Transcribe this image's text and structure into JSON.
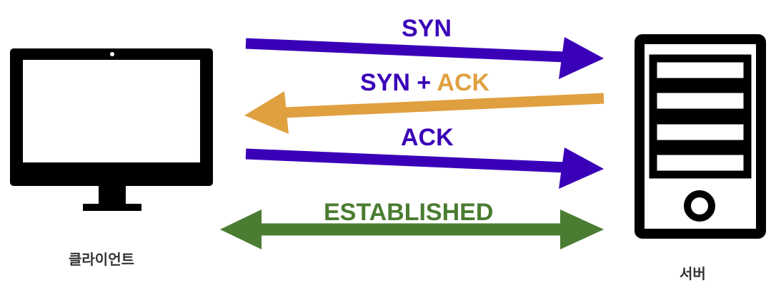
{
  "colors": {
    "syn": "#3a00b8",
    "ack_back": "#e0a040",
    "established": "#4a7c31",
    "device": "#000000",
    "text_dark": "#333333"
  },
  "icons": {
    "client": "desktop-monitor-icon",
    "server": "server-tower-icon"
  },
  "nodes": {
    "client_label": "클라이언트",
    "server_label": "서버"
  },
  "messages": {
    "syn": "SYN",
    "synack_syn": "SYN",
    "synack_plus": "+",
    "synack_ack": "ACK",
    "ack": "ACK",
    "established": "ESTABLISHED"
  }
}
